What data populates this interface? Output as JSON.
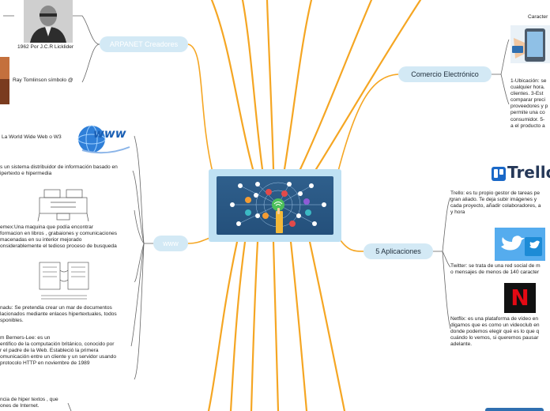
{
  "central_topic": {
    "image": "internet-of-things-illustration"
  },
  "branches": {
    "arpanet": {
      "label": "ARPANET Creadores",
      "items": [
        {
          "caption": "1962 Por J.C.R Licklider",
          "image": "licklider-portrait"
        },
        {
          "caption": "Ray Tomlinson símbolo @",
          "image": "tomlinson-portrait"
        }
      ]
    },
    "www": {
      "label": "www",
      "items": [
        {
          "text": "La World Wide Web o W3",
          "image": "www-globe-logo"
        },
        {
          "text": "s un sistema distribuidor de información basado en\nipertexto e hipermedia"
        },
        {
          "text": "emex:Una maquina que podía encontrar\nformacion en libros , grabaiones y comunicaciones\nmacenadas en su interior mejorado\nonsiderablemente el tedioso proceso de busqueda",
          "image": "memex-sketch"
        },
        {
          "text": "nadu: Se pretendia crear un mar de documentos\nlacionados mediante enlaces hipertextuales, todos\nsponibles.",
          "image": "xanadu-sketch"
        },
        {
          "text": "m Berners-Lee: es un\nentifico de la computación británico, conocido por\nr el padre de la Web. Estableció la primera\nomunicación entre un cliente y un servidor usando\nprotocolo HTTP en noviembre de 1989"
        },
        {
          "text": "ncia de hiper textos , que\nones de Internet."
        }
      ]
    },
    "comercio": {
      "label": "Comercio Electrónico",
      "heading": "Caracter",
      "text": "1-Ubicación: se\ncualquier hora.\nclientes. 3-Est\ncomparar preci\nproveedores y p\npermite una co\nconsumidor. 5-\na el producto a",
      "image": "ecommerce-illustration"
    },
    "apps": {
      "label": "5 Aplicaciones",
      "items": [
        {
          "logo_text": "Trello",
          "text": "Trello: es tu propio gestor de tareas pe\ngran aliado. Te deja subir imágenes y\ncada proyecto, añadir colaboradores, a\ny hora",
          "image": "trello-logo"
        },
        {
          "text": "Twitter: se trata de una red social de m\no mensajes de menos de 140 caracter",
          "image": "twitter-logo"
        },
        {
          "logo_text": "N",
          "text": "Netflix: es una plataforma de vídeo en\ndigamos que es como un videoclub en\ndonde podemos elegir qué es lo que q\ncuándo lo vemos, si queremos pausar\nadelante.",
          "image": "netflix-logo"
        }
      ]
    }
  },
  "colors": {
    "connector": "#f5a623",
    "pill_bg": "#d3e9f5",
    "leaf_line": "#666666",
    "central_bg": "#bfe1f3",
    "screen": "#2a5a88"
  }
}
